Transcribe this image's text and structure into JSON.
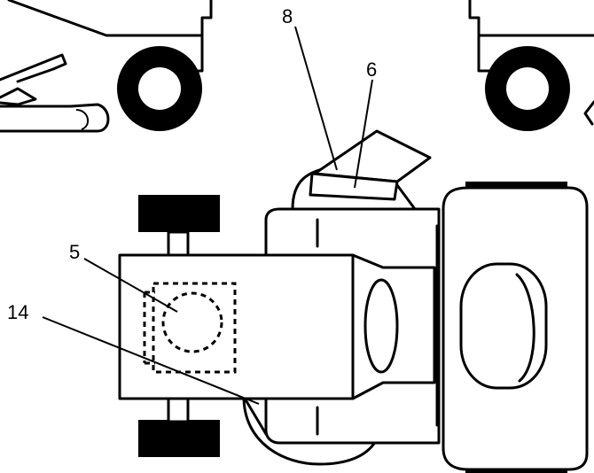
{
  "callouts": {
    "c8": "8",
    "c6": "6",
    "c5": "5",
    "c14": "14"
  },
  "colors": {
    "line": "#000000",
    "background": "#ffffff"
  }
}
